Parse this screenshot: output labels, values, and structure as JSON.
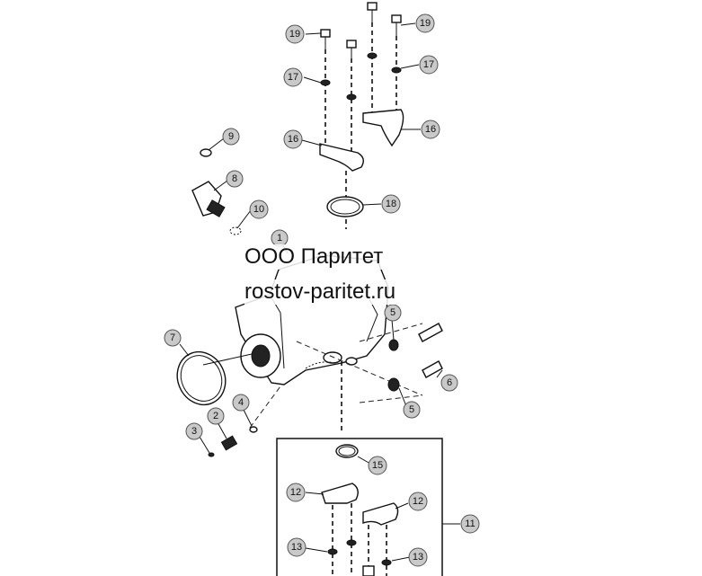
{
  "watermark": {
    "line1": "ООО Паритет",
    "line2": "rostov-paritet.ru"
  },
  "callouts": [
    {
      "id": "c19a",
      "label": "19"
    },
    {
      "id": "c19b",
      "label": "19"
    },
    {
      "id": "c17a",
      "label": "17"
    },
    {
      "id": "c17b",
      "label": "17"
    },
    {
      "id": "c16a",
      "label": "16"
    },
    {
      "id": "c16b",
      "label": "16"
    },
    {
      "id": "c9",
      "label": "9"
    },
    {
      "id": "c8",
      "label": "8"
    },
    {
      "id": "c10",
      "label": "10"
    },
    {
      "id": "c18",
      "label": "18"
    },
    {
      "id": "c1",
      "label": "1"
    },
    {
      "id": "c5a",
      "label": "5"
    },
    {
      "id": "c5b",
      "label": "5"
    },
    {
      "id": "c6",
      "label": "6"
    },
    {
      "id": "c7",
      "label": "7"
    },
    {
      "id": "c2",
      "label": "2"
    },
    {
      "id": "c3",
      "label": "3"
    },
    {
      "id": "c4",
      "label": "4"
    },
    {
      "id": "c15",
      "label": "15"
    },
    {
      "id": "c12a",
      "label": "12"
    },
    {
      "id": "c12b",
      "label": "12"
    },
    {
      "id": "c11",
      "label": "11"
    },
    {
      "id": "c13a",
      "label": "13"
    },
    {
      "id": "c13b",
      "label": "13"
    }
  ],
  "colors": {
    "line": "#111111",
    "callout_fill": "#c9c9c9",
    "background": "#ffffff"
  }
}
